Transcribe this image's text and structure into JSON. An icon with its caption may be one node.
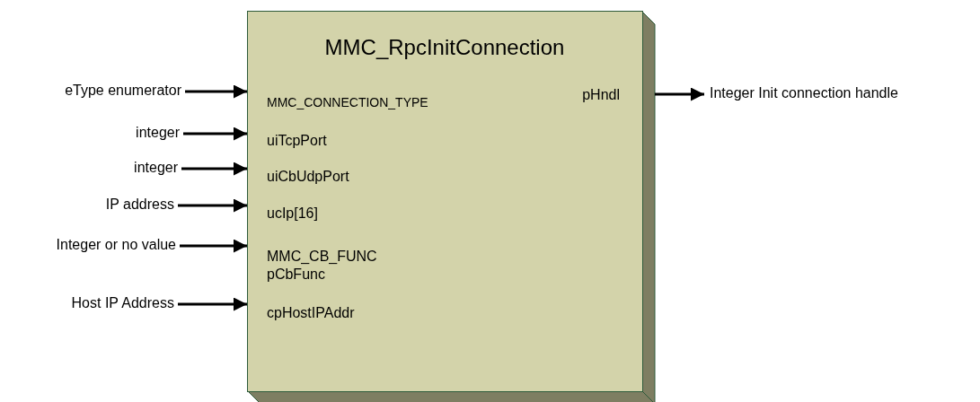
{
  "diagram": {
    "nodes": [
      {
        "text": [
          "MMC_RpcInitConnection",
          "MMC_CONNECTION_TYPE",
          "pHndl",
          "uiTcpPort",
          "uiCbUdpPort",
          "ucIp[16]",
          "MMC_CB_FUNC pCbFunc",
          "cpHostIPAddr"
        ]
      },
      {
        "text": [
          "eType enumerator"
        ]
      },
      {
        "text": [
          "integer"
        ]
      },
      {
        "text": [
          "integer"
        ]
      },
      {
        "text": [
          "IP address"
        ]
      },
      {
        "text": [
          "Integer or no value"
        ]
      },
      {
        "text": [
          "Host IP Address"
        ]
      },
      {
        "text": [
          "Integer Init connection handle"
        ]
      }
    ],
    "edges": [
      {
        "from": 1,
        "to": 0,
        "arrow": "to"
      },
      {
        "from": 2,
        "to": 0,
        "arrow": "to"
      },
      {
        "from": 3,
        "to": 0,
        "arrow": "to"
      },
      {
        "from": 4,
        "to": 0,
        "arrow": "to"
      },
      {
        "from": 5,
        "to": 0,
        "arrow": "to"
      },
      {
        "from": 6,
        "to": 0,
        "arrow": "to"
      },
      {
        "from": 0,
        "to": 7,
        "arrow": "to"
      }
    ]
  }
}
